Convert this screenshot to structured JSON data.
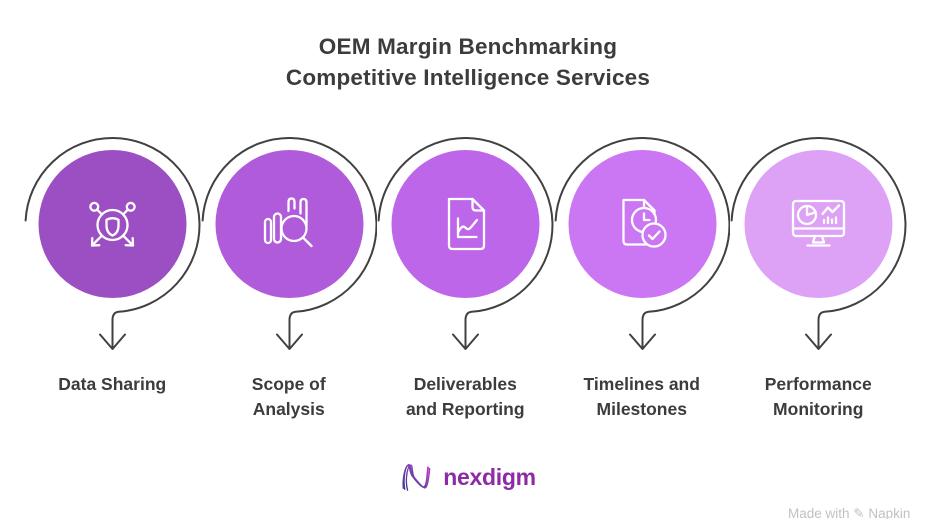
{
  "title": {
    "line1": "OEM Margin Benchmarking",
    "line2": "Competitive Intelligence Services"
  },
  "steps": [
    {
      "label_line1": "Data Sharing",
      "label_line2": "",
      "circle_color": "#9C4FC3",
      "icon": "shield-network-share-icon"
    },
    {
      "label_line1": "Scope of",
      "label_line2": "Analysis",
      "circle_color": "#B05CDA",
      "icon": "bar-chart-magnifier-icon"
    },
    {
      "label_line1": "Deliverables",
      "label_line2": "and Reporting",
      "circle_color": "#BD66E9",
      "icon": "report-line-chart-document-icon"
    },
    {
      "label_line1": "Timelines and",
      "label_line2": "Milestones",
      "circle_color": "#CB76F2",
      "icon": "document-clock-checkmark-icon"
    },
    {
      "label_line1": "Performance",
      "label_line2": "Monitoring",
      "circle_color": "#DDA2F5",
      "icon": "monitor-dashboard-icon"
    }
  ],
  "logo": {
    "wordmark": "nexdigm",
    "color": "#8D2BA5"
  },
  "watermark": {
    "prefix": "Made with",
    "brand": "Napkin"
  },
  "colors": {
    "outline_stroke": "#414142",
    "heading_text": "#3C3C3C",
    "icon_stroke": "#FFFFFF",
    "background": "#FFFFFF",
    "logo_gradient_start": "#3E3A8C",
    "logo_gradient_end": "#C437C4"
  }
}
